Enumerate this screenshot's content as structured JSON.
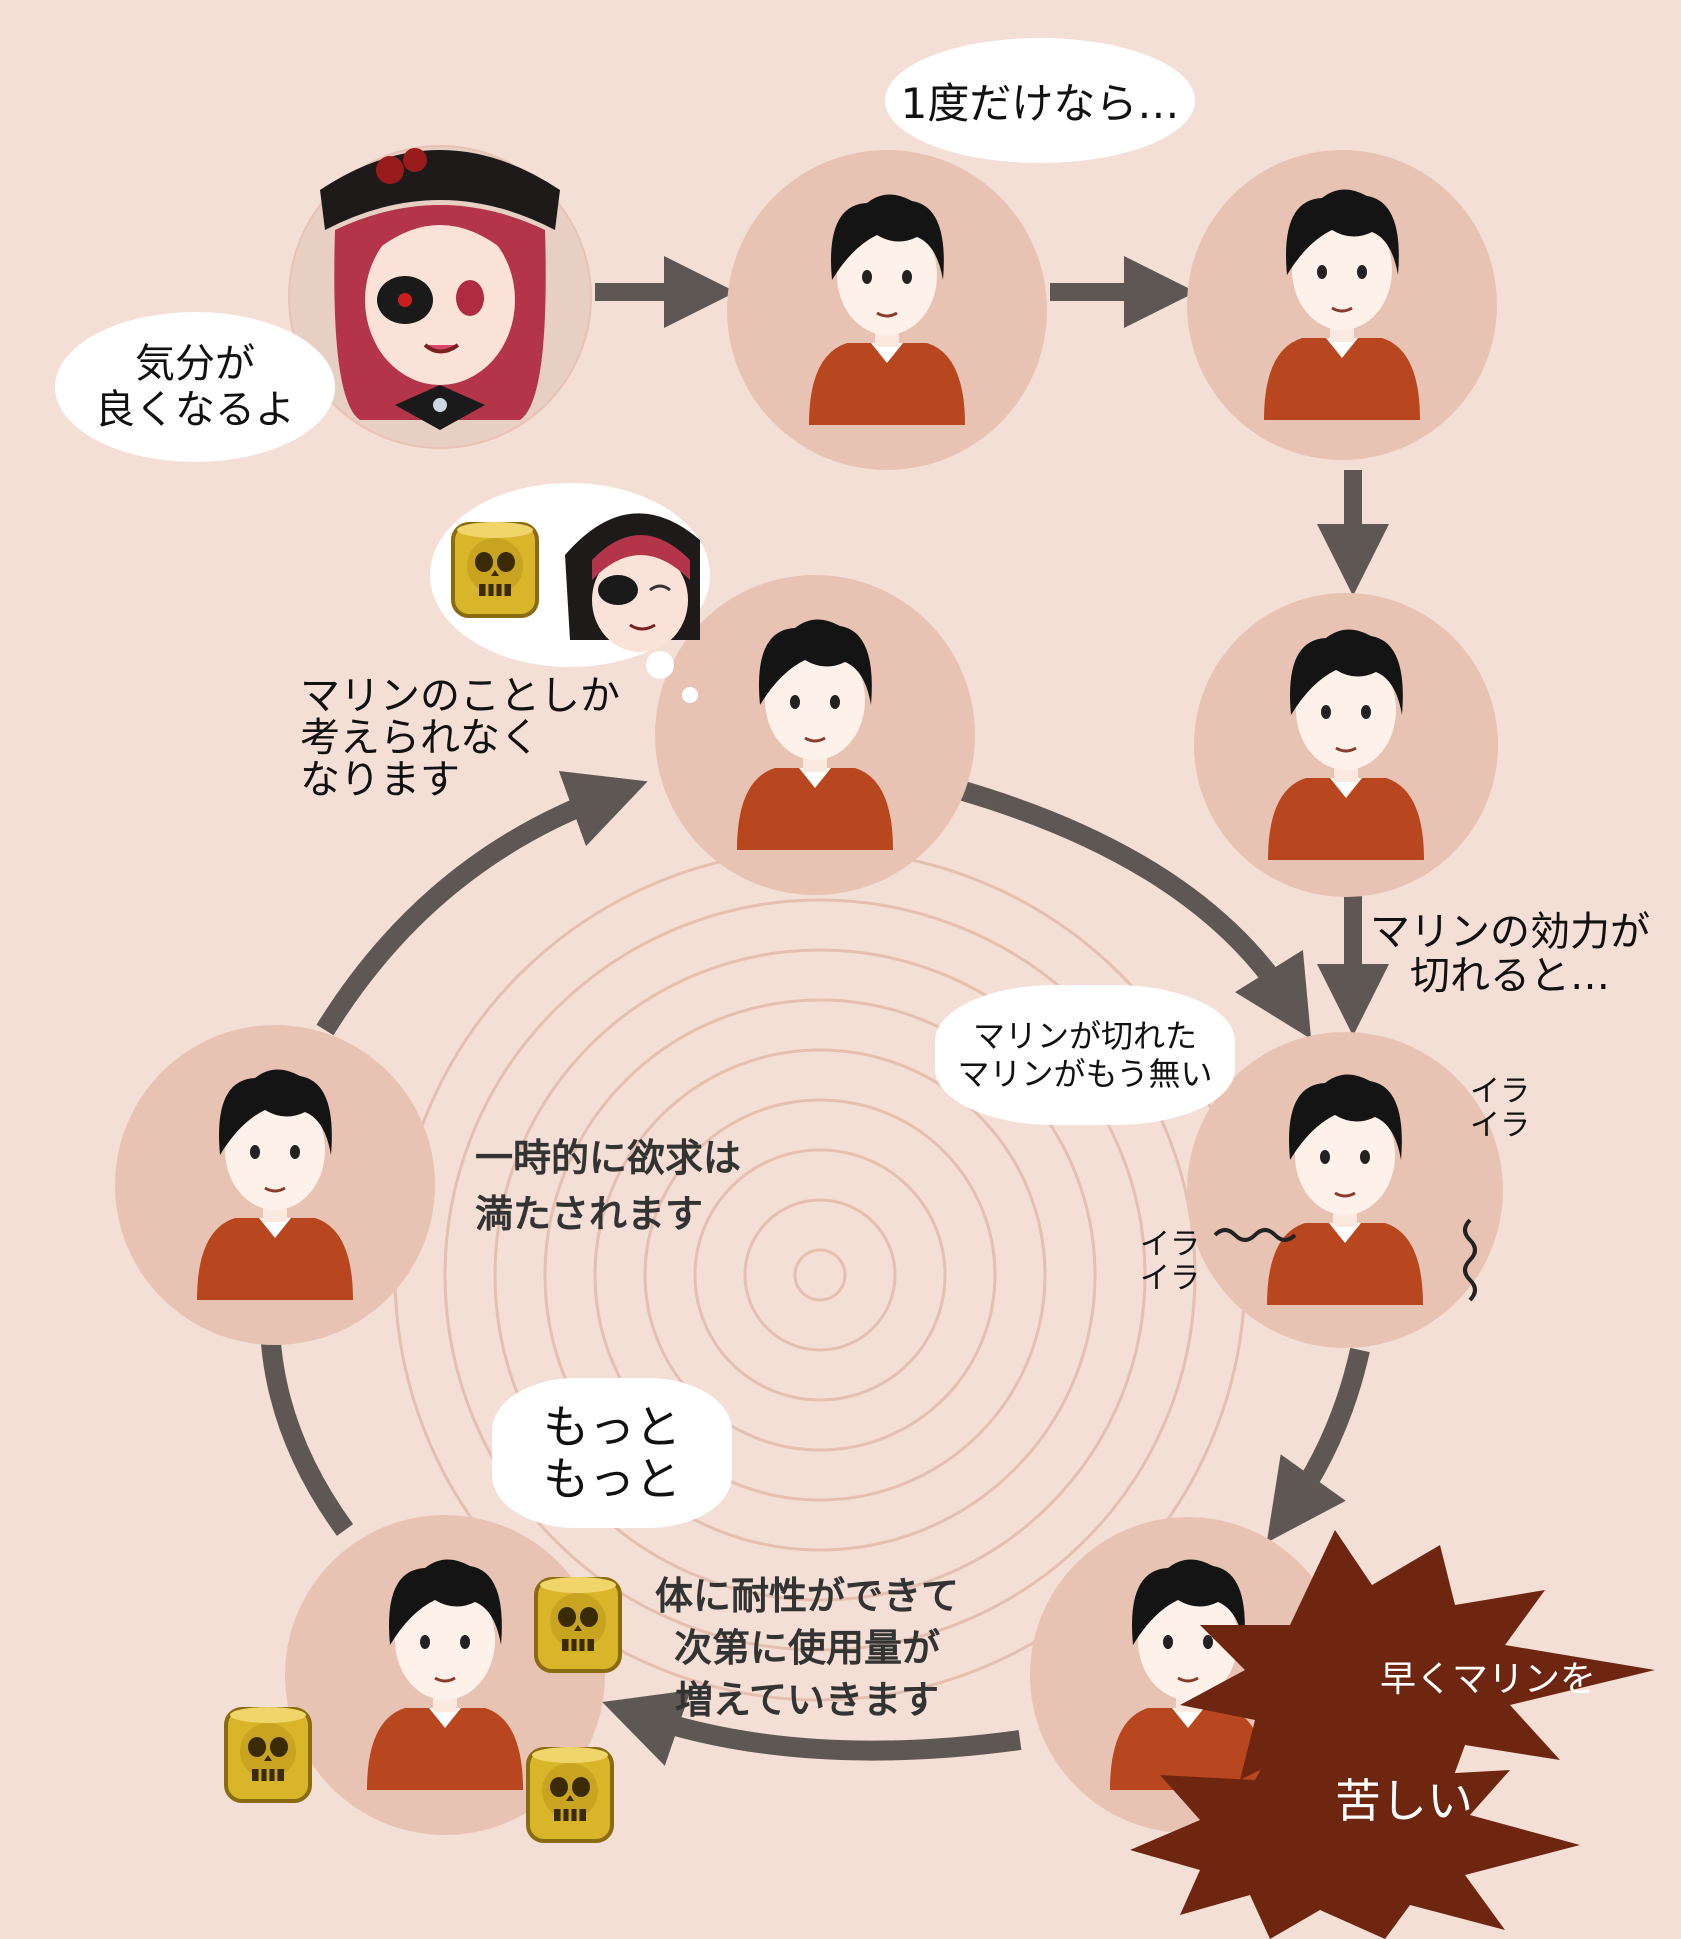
{
  "bubbles": {
    "kibun": "気分が\n良くなるよ",
    "ichido": "1度だけなら…",
    "kireta": "マリンが切れた\nマリンがもう無い",
    "motto": "もっと\nもっと"
  },
  "labels": {
    "marine_only": "マリンのことしか\n考えられなく\nなります",
    "kouryoku": "マリンの効力が\n切れると…",
    "ichijiteki": "一時的に欲求は\n満たされます",
    "taisei": "体に耐性ができて\n次第に使用量が\n増えていきます",
    "ira1": "イラ\n  イラ",
    "ira2": "イラ\n  イラ"
  },
  "bursts": {
    "hayaku": "早くマリンを",
    "kurushii": "苦しい"
  },
  "colors": {
    "background": "#f4dfd6",
    "circle": "#e8c3b4",
    "arrow": "#5f5754",
    "shirt": "#b8461e",
    "hair": "#141414",
    "burst": "#6f2611"
  },
  "icons": [
    "skull-cup-icon",
    "character-portrait-icon",
    "person-figure-icon",
    "cycle-arrow-icon"
  ]
}
